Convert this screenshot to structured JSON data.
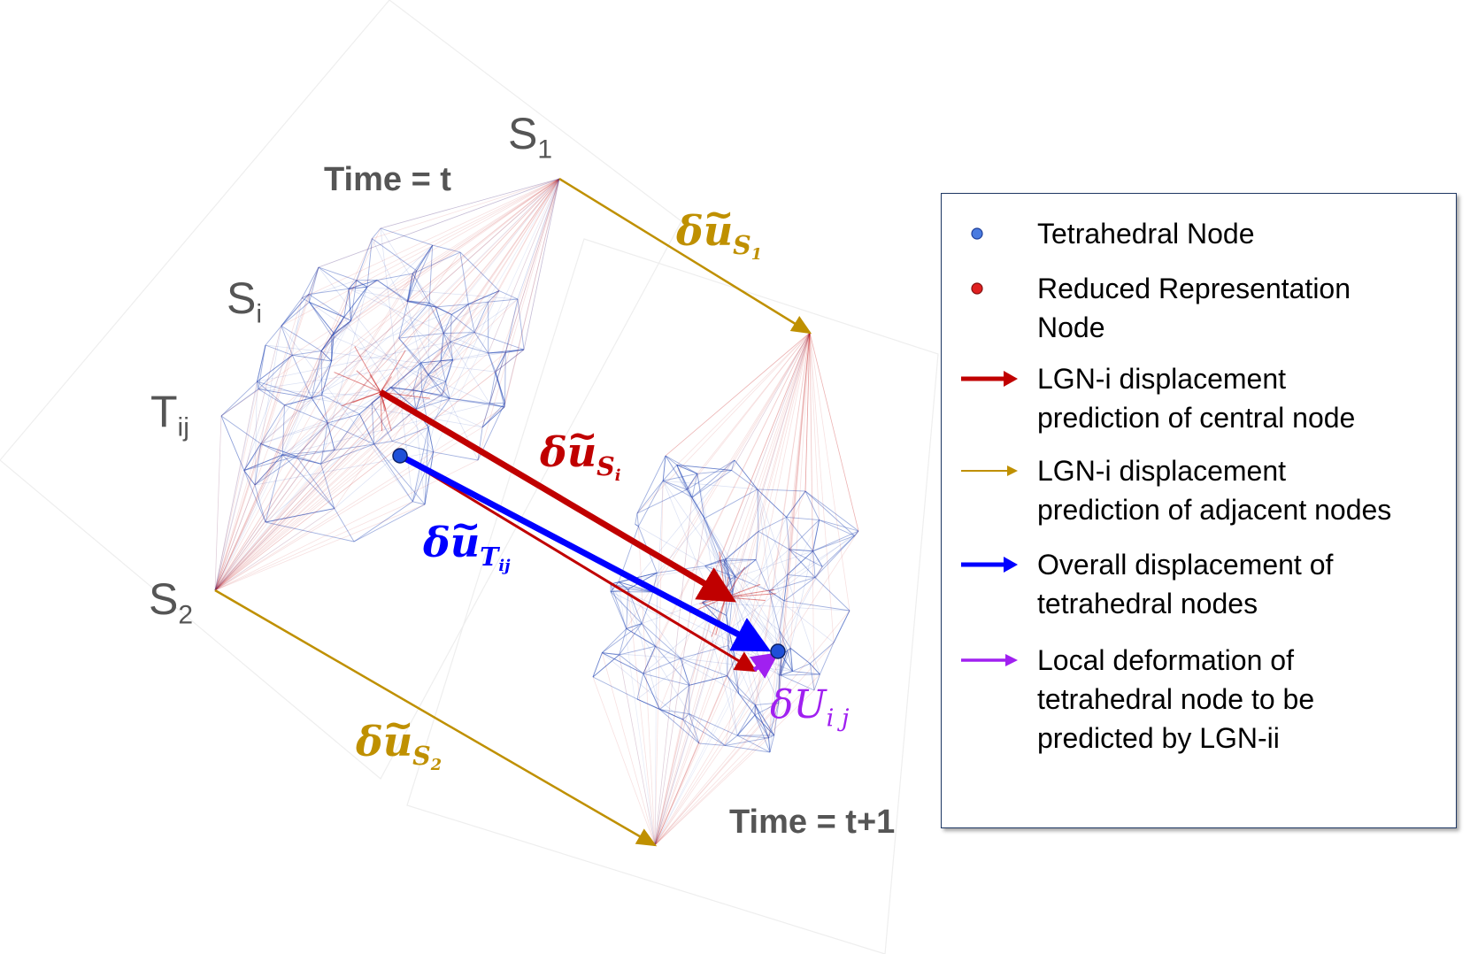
{
  "labels": {
    "s1": "S",
    "s1_sub": "1",
    "si": "S",
    "si_sub": "i",
    "tij": "T",
    "tij_sub": "ij",
    "s2": "S",
    "s2_sub": "2",
    "time_t": "Time = t",
    "time_t1": "Time = t+1"
  },
  "math_labels": {
    "du_s1": {
      "delta": "δ",
      "u": "u",
      "sub": "S",
      "subsub": "1"
    },
    "du_si": {
      "delta": "δ",
      "u": "u",
      "sub": "S",
      "subsub": "i"
    },
    "du_tij": {
      "delta": "δ",
      "u": "u",
      "sub": "T",
      "subsub": "ij"
    },
    "du_s2": {
      "delta": "δ",
      "u": "u",
      "sub": "S",
      "subsub": "2"
    },
    "dU_ij": {
      "delta": "δ",
      "u": "U",
      "sub": "i j"
    }
  },
  "colors": {
    "gold": "#BF9000",
    "red": "#C00000",
    "blue": "#0000FF",
    "purple": "#A020F0",
    "mesh": "#3355BB",
    "node_blue": "#1F4FD8"
  },
  "legend": [
    {
      "symbol": "blue-dot-icon",
      "text": "Tetrahedral Node"
    },
    {
      "symbol": "red-dot-icon",
      "text": "Reduced Representation\nNode"
    },
    {
      "symbol": "red-arrow-icon",
      "text": "LGN-i displacement\nprediction of central node"
    },
    {
      "symbol": "gold-arrow-icon",
      "text": "LGN-i displacement\nprediction of adjacent nodes"
    },
    {
      "symbol": "blue-arrow-icon",
      "text": "Overall displacement of\ntetrahedral nodes"
    },
    {
      "symbol": "purple-arrow-icon",
      "text": "Local deformation of\ntetrahedral node to be\npredicted by LGN-ii"
    }
  ]
}
